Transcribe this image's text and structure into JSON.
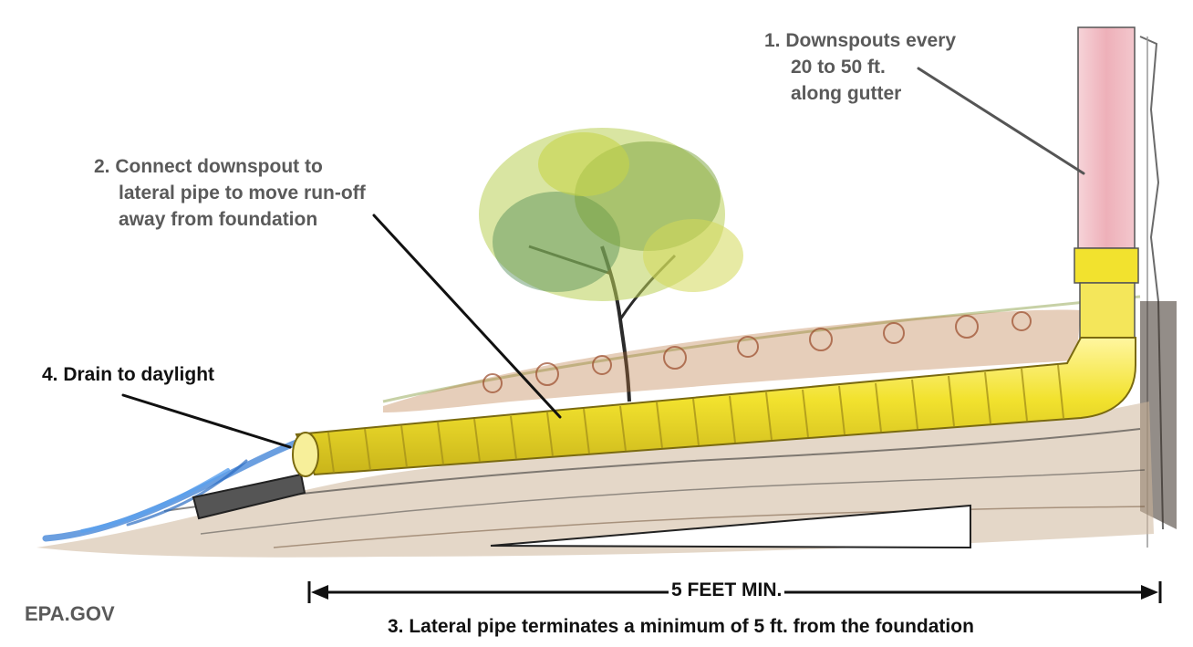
{
  "callouts": {
    "downspouts": {
      "lines": [
        "1. Downspouts every",
        "20 to 50 ft.",
        "along gutter"
      ]
    },
    "connect": {
      "lines": [
        "2. Connect downspout to",
        "lateral pipe to move run-off",
        "away from foundation"
      ]
    },
    "terminates": {
      "text": "3. Lateral pipe terminates a minimum of 5 ft. from the foundation"
    },
    "daylight": {
      "text": "4. Drain to daylight"
    }
  },
  "dimension": {
    "label": "5 FEET MIN."
  },
  "credit": "EPA.GOV",
  "colors": {
    "pipe": "#f2e22e",
    "downspout": "#f1bfc6",
    "water": "#3a7fd5",
    "soil": "#7a5a3a",
    "foliage": "#8fb83a",
    "label_gray": "#5a5a5a"
  }
}
